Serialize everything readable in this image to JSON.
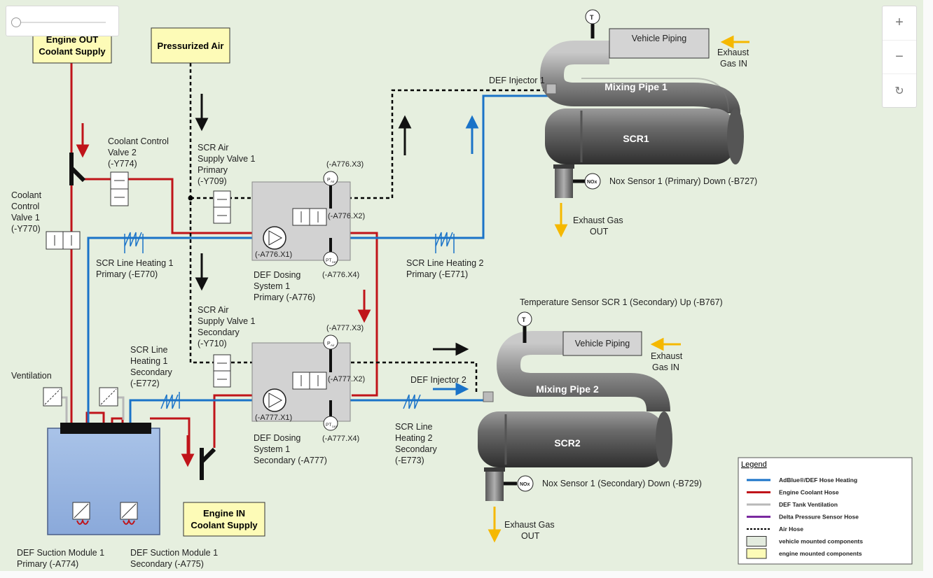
{
  "boxes": {
    "engine_out": [
      "Engine OUT",
      "Coolant Supply"
    ],
    "pressurized_air": "Pressurized Air",
    "engine_in": [
      "Engine IN",
      "Coolant Supply"
    ],
    "vehicle_piping_1": "Vehicle Piping",
    "vehicle_piping_2": "Vehicle Piping"
  },
  "components": {
    "mixing_pipe_1": "Mixing Pipe 1",
    "mixing_pipe_2": "Mixing Pipe 2",
    "scr1": "SCR1",
    "scr2": "SCR2"
  },
  "labels": {
    "coolant_valve_2": [
      "Coolant Control",
      "Valve 2",
      "(-Y774)"
    ],
    "coolant_valve_1": [
      "Coolant",
      "Control",
      "Valve 1",
      "(-Y770)"
    ],
    "air_valve_1": [
      "SCR Air",
      "Supply Valve 1",
      "Primary",
      "(-Y709)"
    ],
    "air_valve_2": [
      "SCR Air",
      "Supply Valve 1",
      "Secondary",
      "(-Y710)"
    ],
    "line_heating_1_primary": [
      "SCR Line Heating 1",
      "Primary (-E770)"
    ],
    "line_heating_2_primary": [
      "SCR Line Heating 2",
      "Primary (-E771)"
    ],
    "line_heating_1_secondary": [
      "SCR Line",
      "Heating 1",
      "Secondary",
      "(-E772)"
    ],
    "line_heating_2_secondary": [
      "SCR Line",
      "Heating 2",
      "Secondary",
      "(-E773)"
    ],
    "dosing_primary": [
      "DEF Dosing",
      "System 1",
      "Primary (-A776)"
    ],
    "dosing_secondary": [
      "DEF Dosing",
      "System 1",
      "Secondary (-A777)"
    ],
    "a776_x3": "(-A776.X3)",
    "a776_x2": "(-A776.X2)",
    "a776_x1": "(-A776.X1)",
    "a776_x4": "(-A776.X4)",
    "a777_x3": "(-A777.X3)",
    "a777_x2": "(-A777.X2)",
    "a777_x1": "(-A777.X1)",
    "a777_x4": "(-A777.X4)",
    "def_injector_1": "DEF Injector 1",
    "def_injector_2": "DEF Injector 2",
    "exhaust_in_1": [
      "Exhaust",
      "Gas IN"
    ],
    "exhaust_in_2": [
      "Exhaust",
      "Gas IN"
    ],
    "exhaust_out_1": [
      "Exhaust Gas",
      "OUT"
    ],
    "exhaust_out_2": [
      "Exhaust Gas",
      "OUT"
    ],
    "nox_sensor_1": "Nox Sensor 1 (Primary) Down (-B727)",
    "nox_sensor_2": "Nox Sensor 1 (Secondary) Down (-B729)",
    "temp_sensor_2": "Temperature Sensor SCR 1 (Secondary) Up (-B767)",
    "ventilation": "Ventilation",
    "suction_primary": [
      "DEF Suction Module 1",
      "Primary (-A774)"
    ],
    "suction_secondary": [
      "DEF Suction Module 1",
      "Secondary (-A775)"
    ]
  },
  "sensor_glyphs": {
    "temp": "T",
    "nox": "NOx",
    "p_air": "P",
    "p_air_sub": "Air",
    "pt_def": "PT",
    "pt_def_sub": "DEF"
  },
  "legend": {
    "title": "Legend",
    "items": [
      {
        "label": "AdBlue®/DEF Hose Heating",
        "color": "#1a73c8",
        "style": "solid"
      },
      {
        "label": "Engine Coolant Hose",
        "color": "#c0141a",
        "style": "solid"
      },
      {
        "label": "DEF Tank Ventilation",
        "color": "#b8b8b8",
        "style": "solid"
      },
      {
        "label": "Delta Pressure Sensor Hose",
        "color": "#7a2aa0",
        "style": "solid"
      },
      {
        "label": "Air Hose",
        "color": "#000000",
        "style": "dashed"
      },
      {
        "label": "vehicle mounted components",
        "color": "#e3ebde",
        "style": "box"
      },
      {
        "label": "engine mounted components",
        "color": "#fdfbb7",
        "style": "box"
      }
    ]
  },
  "controls": {
    "zoom_in": "+",
    "zoom_out": "−",
    "reset": "↻"
  },
  "colors": {
    "background": "#e6efdf",
    "coolant": "#c0141a",
    "def": "#1a73c8",
    "vent": "#b8b8b8",
    "engine_box": "#fdfbb7",
    "flow_arrow_orange": "#f5b800"
  }
}
